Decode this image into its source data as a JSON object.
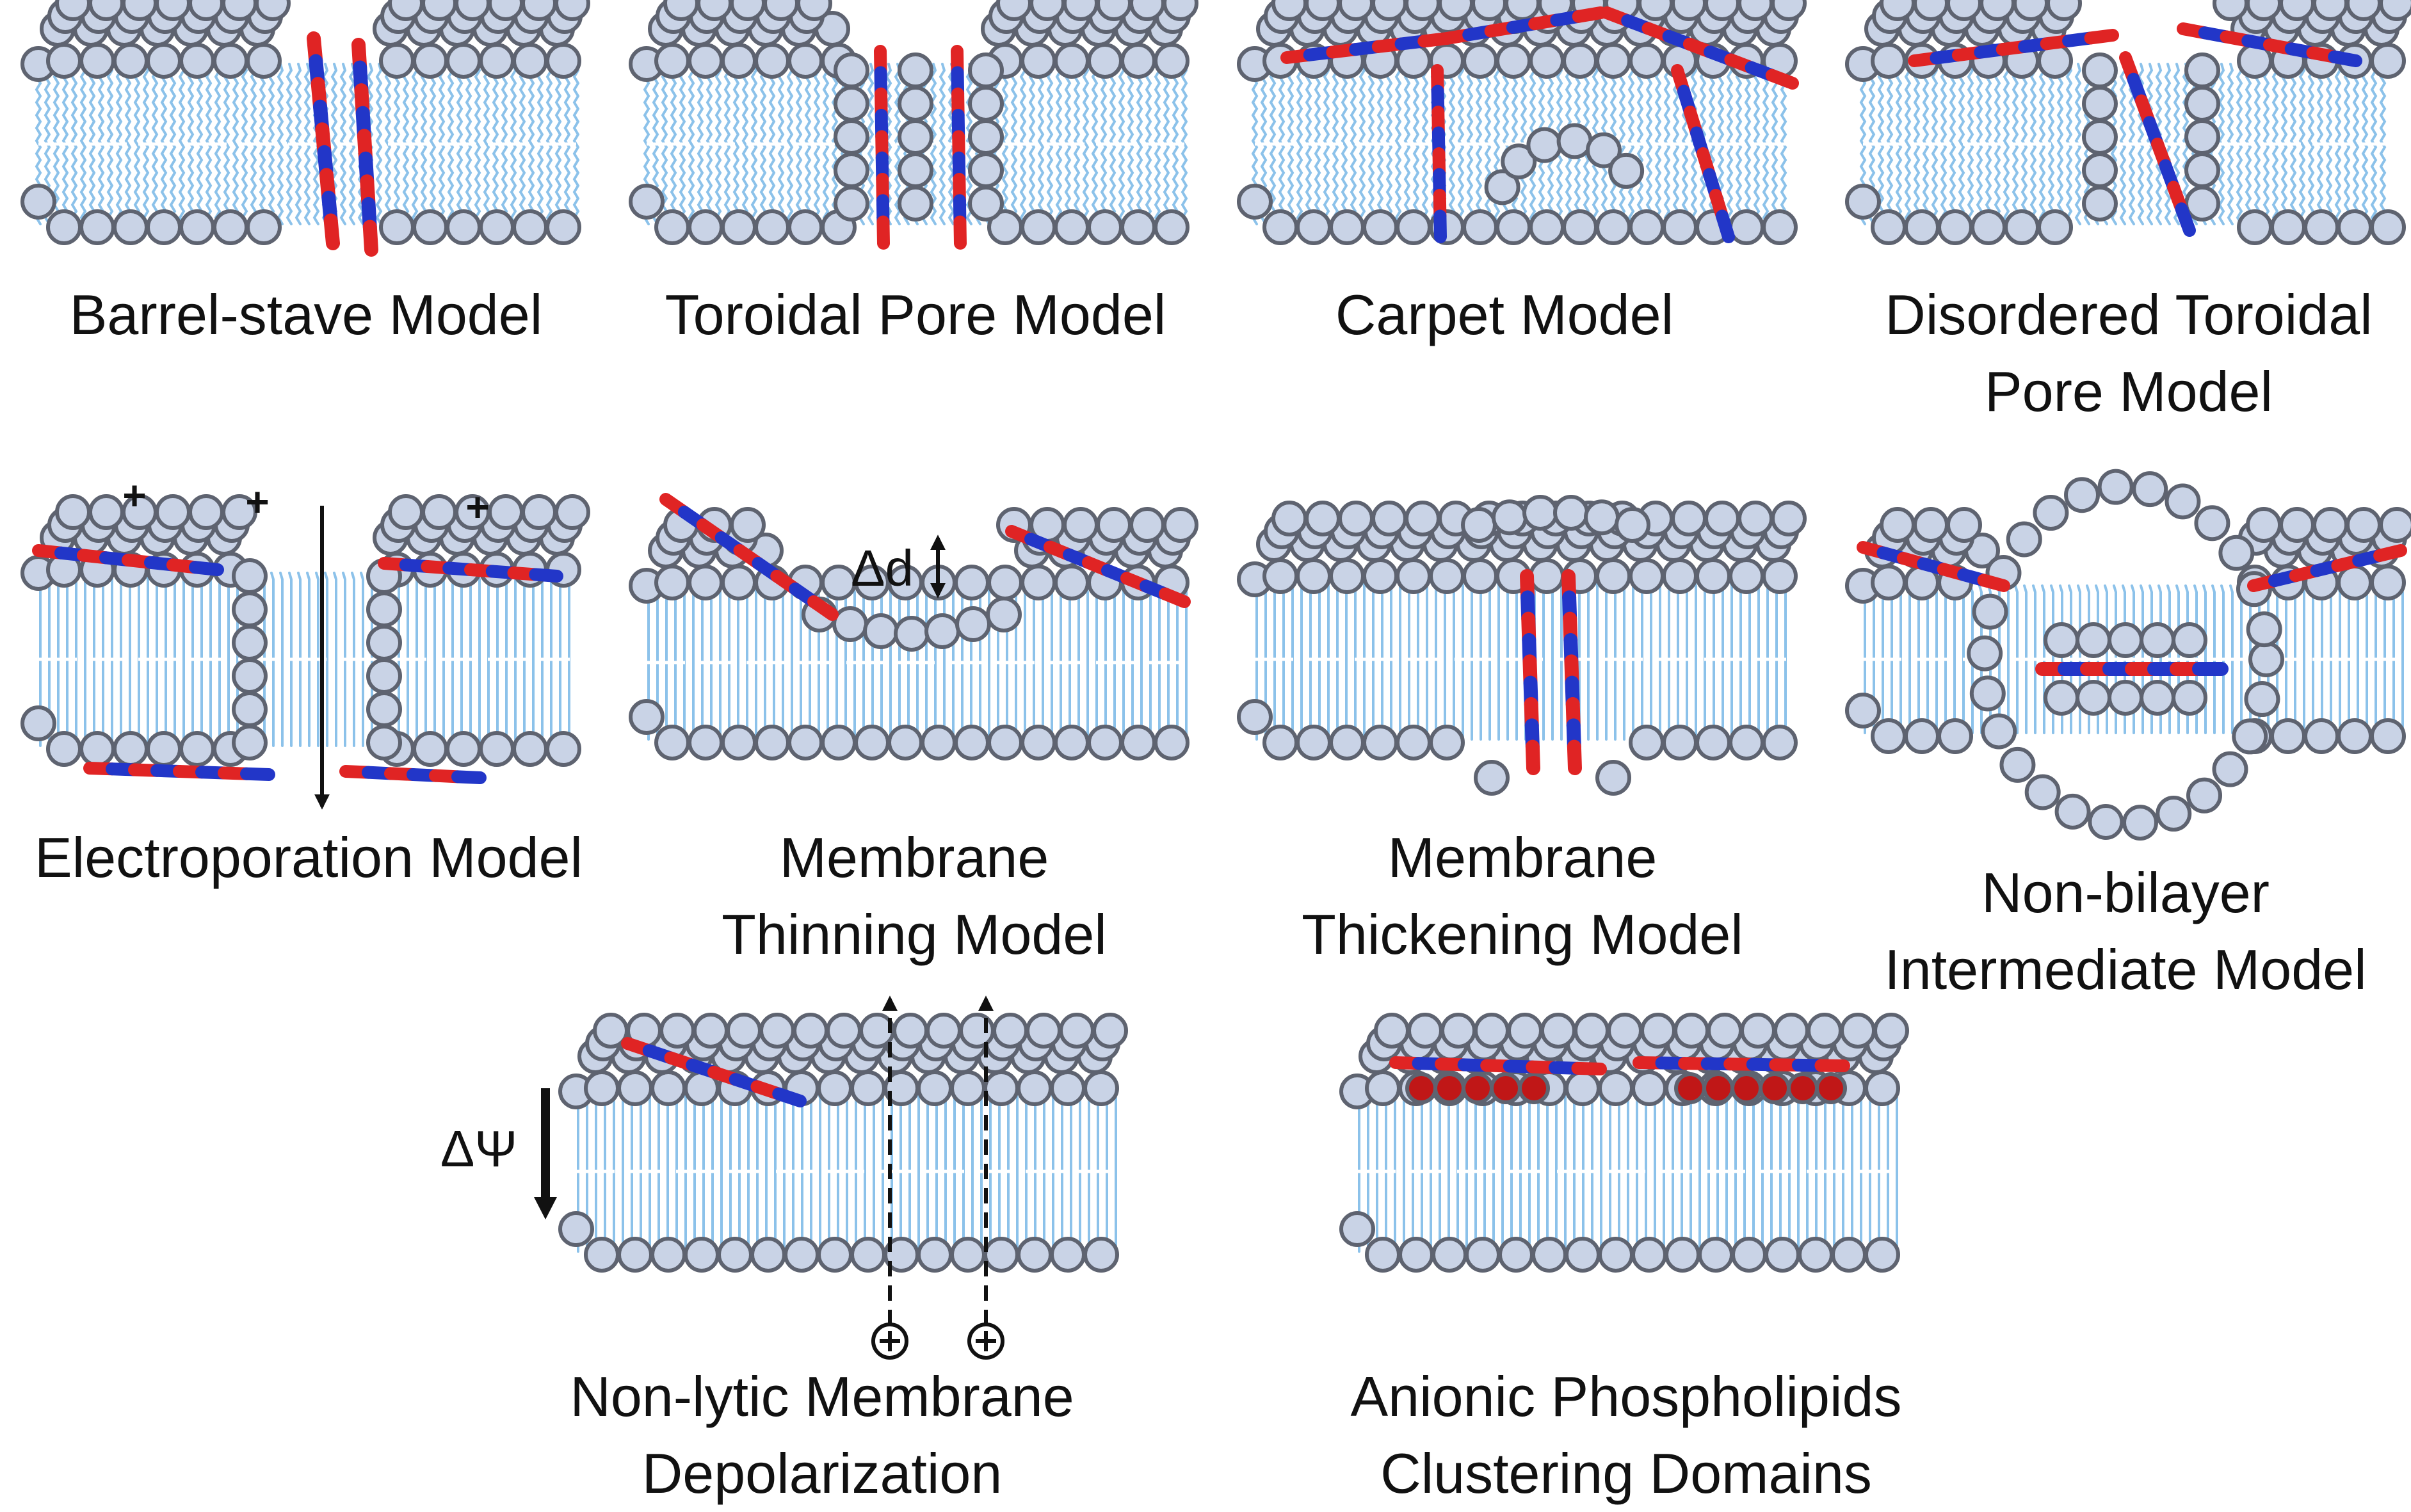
{
  "colors": {
    "background": "#ffffff",
    "headgroup_fill": "#c9d3e6",
    "headgroup_stroke": "#5e6370",
    "lipid_tail": "#8cc2ea",
    "helix_red": "#e02424",
    "helix_blue": "#2236c8",
    "anionic_lipid": "#c01717",
    "arrow": "#111111",
    "text": "#111111"
  },
  "panels": [
    {
      "name": "barrel-stave",
      "kind": "barrel",
      "caption_lines": [
        "Barrel-stave Model"
      ]
    },
    {
      "name": "toroidal-pore",
      "kind": "toroidal",
      "caption_lines": [
        "Toroidal Pore Model"
      ]
    },
    {
      "name": "carpet",
      "kind": "carpet",
      "caption_lines": [
        "Carpet Model"
      ]
    },
    {
      "name": "disordered-toroidal-pore",
      "kind": "disordered",
      "caption_lines": [
        "Disordered Toroidal",
        "Pore Model"
      ]
    },
    {
      "name": "electroporation",
      "kind": "electroporation",
      "caption_lines": [
        "Electroporation Model"
      ],
      "marks": [
        "+",
        "+",
        "+"
      ]
    },
    {
      "name": "membrane-thinning",
      "kind": "thinning",
      "caption_lines": [
        "Membrane",
        "Thinning Model"
      ],
      "marks": [
        "Δd"
      ]
    },
    {
      "name": "membrane-thickening",
      "kind": "thickening",
      "caption_lines": [
        "Membrane",
        "Thickening Model"
      ]
    },
    {
      "name": "non-bilayer-intermediate",
      "kind": "nonbilayer",
      "caption_lines": [
        "Non-bilayer",
        "Intermediate Model"
      ]
    },
    {
      "name": "non-lytic-depolarization",
      "kind": "depolarization",
      "caption_lines": [
        "Non-lytic Membrane",
        "Depolarization"
      ],
      "marks": [
        "ΔΨ"
      ]
    },
    {
      "name": "anionic-clustering",
      "kind": "anionic",
      "caption_lines": [
        "Anionic Phospholipids",
        "Clustering Domains"
      ]
    }
  ]
}
